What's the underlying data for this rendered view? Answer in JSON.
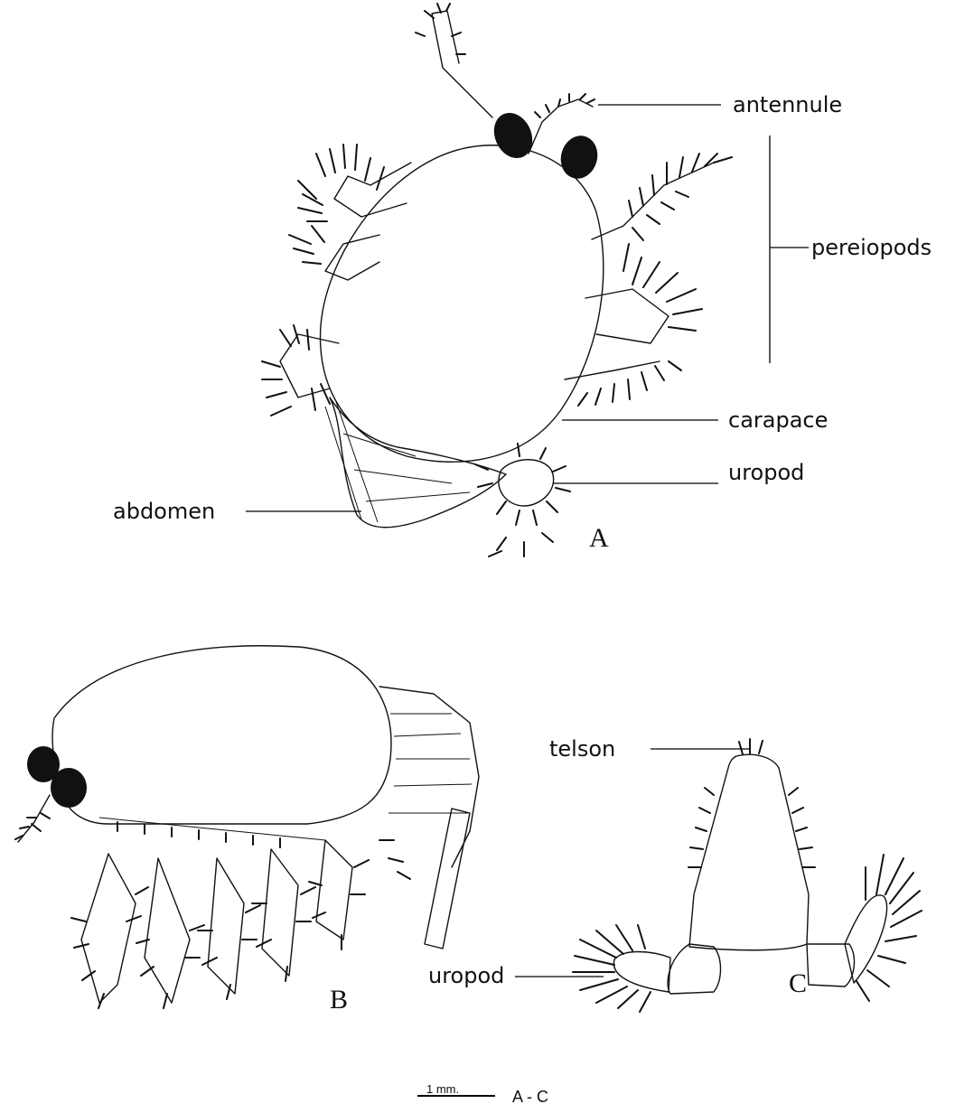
{
  "labels": {
    "antennule": "antennule",
    "pereiopods": "pereiopods",
    "carapace": "carapace",
    "uropod_a": "uropod",
    "abdomen": "abdomen",
    "telson": "telson",
    "uropod_c": "uropod"
  },
  "panels": {
    "a": "A",
    "b": "B",
    "c": "C"
  },
  "scale": {
    "length": "1 mm.",
    "applies_to": "A - C"
  }
}
